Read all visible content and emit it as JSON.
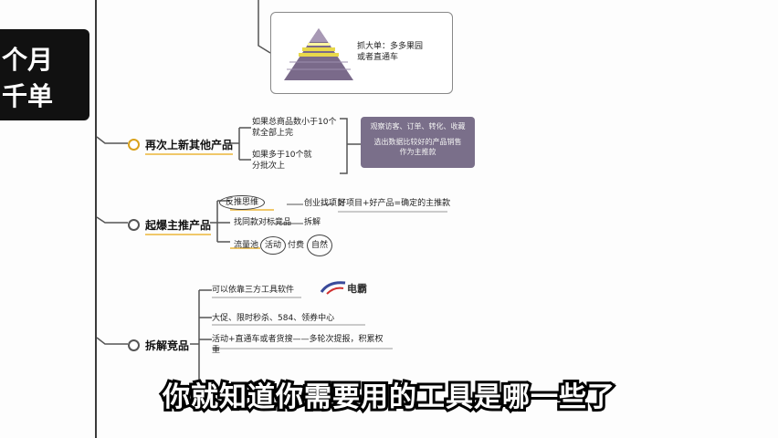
{
  "title": {
    "line1": "个月",
    "line2": "千单"
  },
  "pyramid_card": {
    "text_line1": "抓大单：多多果园",
    "text_line2": "或者直通车"
  },
  "section3": {
    "label": "再次上新其他产品",
    "branch1_line1": "如果总商品数小于10个",
    "branch1_line2": "就全部上完",
    "branch2_line1": "如果多于10个就",
    "branch2_line2": "分批次上",
    "box_line1": "观察访客、订单、转化、收藏",
    "box_line2": "选出数据比较好的产品销售",
    "box_line3": "作为主推款"
  },
  "section4": {
    "label": "起爆主推产品",
    "row1_a": "反推思维",
    "row1_b": "创业找项目",
    "row1_c": "好项目+好产品=确定的主推款",
    "row2_a": "找同款对标竞品",
    "row2_b": "拆解",
    "row3_a": "流量池",
    "row3_b": "活动",
    "row3_c": "付费",
    "row3_d": "自然"
  },
  "section5": {
    "label": "拆解竞品",
    "row1": "可以依靠三方工具软件",
    "row1_logo": "电霸",
    "row2": "大促、限时秒杀、584、领券中心",
    "row3_line1": "活动+直通车或者货搜——多轮次提报，积累权",
    "row3_line2": "重"
  },
  "subtitle": "你就知道你需要用的工具是哪一些了",
  "colors": {
    "accent": "#d9a21b",
    "box": "#7a6f8a",
    "title_bg": "#111111"
  }
}
